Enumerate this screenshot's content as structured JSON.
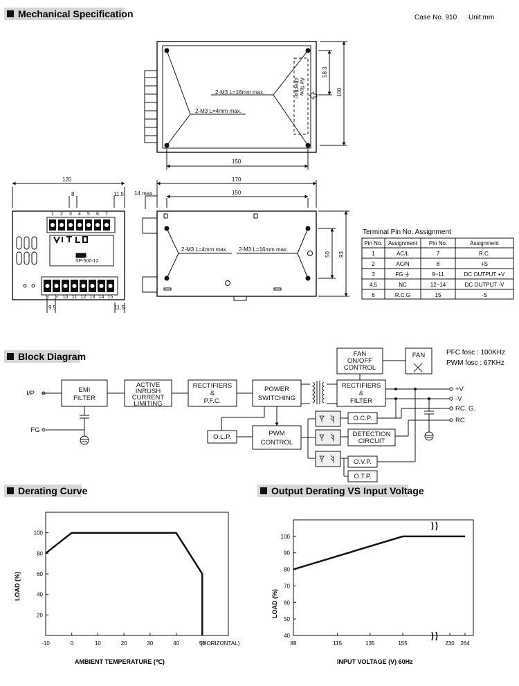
{
  "header": {
    "mech_title": "Mechanical Specification",
    "case_no": "Case No. 910",
    "unit": "Unit:mm"
  },
  "top_view": {
    "screw_16": "2-M3 L=16mm max.",
    "screw_4": "2-M3 L=4mm max.",
    "airflow": "Air flow",
    "direction": "direction",
    "dim_583": "58.3",
    "dim_100": "100",
    "dim_150": "150"
  },
  "front_view": {
    "dim_120": "120",
    "dim_8": "8",
    "dim_115_top": "11.5",
    "dim_95": "9.5",
    "dim_115_bot": "11.5",
    "pins_top": [
      "1",
      "2",
      "3",
      "4",
      "5",
      "6",
      "7"
    ],
    "pins_bottom": [
      "8",
      "9",
      "10",
      "11",
      "12",
      "13",
      "14",
      "15"
    ],
    "model": "SP-500-12"
  },
  "side_view": {
    "dim_170": "170",
    "dim_150": "150",
    "dim_14max": "14 max.",
    "dim_50": "50",
    "dim_93": "93",
    "screw_4": "2-M3 L=4mm max.",
    "screw_16": "2-M3 L=16mm max."
  },
  "terminal_table": {
    "title": "Terminal Pin No.  Assignment",
    "headers": [
      "Pin No.",
      "Assignment",
      "Pin No.",
      "Assignment"
    ],
    "rows": [
      [
        "1",
        "AC/L",
        "7",
        "R.C."
      ],
      [
        "2",
        "AC/N",
        "8",
        "+S"
      ],
      [
        "3",
        "FG ⏚",
        "9~11",
        "DC OUTPUT +V"
      ],
      [
        "4,5",
        "NC",
        "12~14",
        "DC OUTPUT -V"
      ],
      [
        "6",
        "R.C.G",
        "15",
        "-S"
      ]
    ]
  },
  "block_diagram": {
    "title": "Block Diagram",
    "pfc_fosc": "PFC fosc : 100KHz",
    "pwm_fosc": "PWM fosc : 67KHz",
    "ip": "I/P",
    "fg": "FG",
    "emi": [
      "EMI",
      "FILTER"
    ],
    "inrush": [
      "ACTIVE",
      "INRUSH",
      "CURRENT",
      "LIMITING"
    ],
    "rect_pfc": [
      "RECTIFIERS",
      "&",
      "P.F.C."
    ],
    "power_sw": [
      "POWER",
      "SWITCHING"
    ],
    "rect_filter": [
      "RECTIFIERS",
      "&",
      "FILTER"
    ],
    "fan_ctrl": [
      "FAN",
      "ON/OFF",
      "CONTROL"
    ],
    "fan": "FAN",
    "olp": "O.L.P.",
    "pwm": [
      "PWM",
      "CONTROL"
    ],
    "ocp": "O.C.P.",
    "detection": [
      "DETECTION",
      "CIRCUIT"
    ],
    "ovp": "O.V.P.",
    "otp": "O.T.P.",
    "out_pv": "+V",
    "out_nv": "-V",
    "out_rcg": "RC. G.",
    "out_rc": "RC"
  },
  "derating": {
    "title": "Derating Curve",
    "ylabel": "LOAD (%)",
    "xlabel": "AMBIENT TEMPERATURE (℃)",
    "horizontal": "(HORIZONTAL)",
    "y_ticks": [
      "20",
      "40",
      "60",
      "80",
      "100"
    ],
    "x_ticks": [
      "-10",
      "0",
      "10",
      "20",
      "30",
      "40",
      "50"
    ],
    "x_tick_extra": "50"
  },
  "input_derating": {
    "title": "Output Derating VS Input Voltage",
    "ylabel": "LOAD (%)",
    "xlabel": "INPUT VOLTAGE (V) 60Hz",
    "y_ticks": [
      "40",
      "50",
      "60",
      "70",
      "80",
      "90",
      "100"
    ],
    "x_ticks": [
      "88",
      "115",
      "135",
      "155",
      "230",
      "264"
    ]
  },
  "chart_data": [
    {
      "type": "line",
      "title": "Derating Curve",
      "xlabel": "AMBIENT TEMPERATURE (℃)",
      "ylabel": "LOAD (%)",
      "x": [
        -10,
        0,
        40,
        50,
        50
      ],
      "y": [
        80,
        100,
        100,
        60,
        0
      ],
      "xlim": [
        -10,
        60
      ],
      "ylim": [
        0,
        120
      ]
    },
    {
      "type": "line",
      "title": "Output Derating VS Input Voltage",
      "xlabel": "INPUT VOLTAGE (V) 60Hz",
      "ylabel": "LOAD (%)",
      "x": [
        88,
        155,
        264
      ],
      "y": [
        80,
        100,
        100
      ],
      "ylim": [
        40,
        110
      ]
    }
  ]
}
